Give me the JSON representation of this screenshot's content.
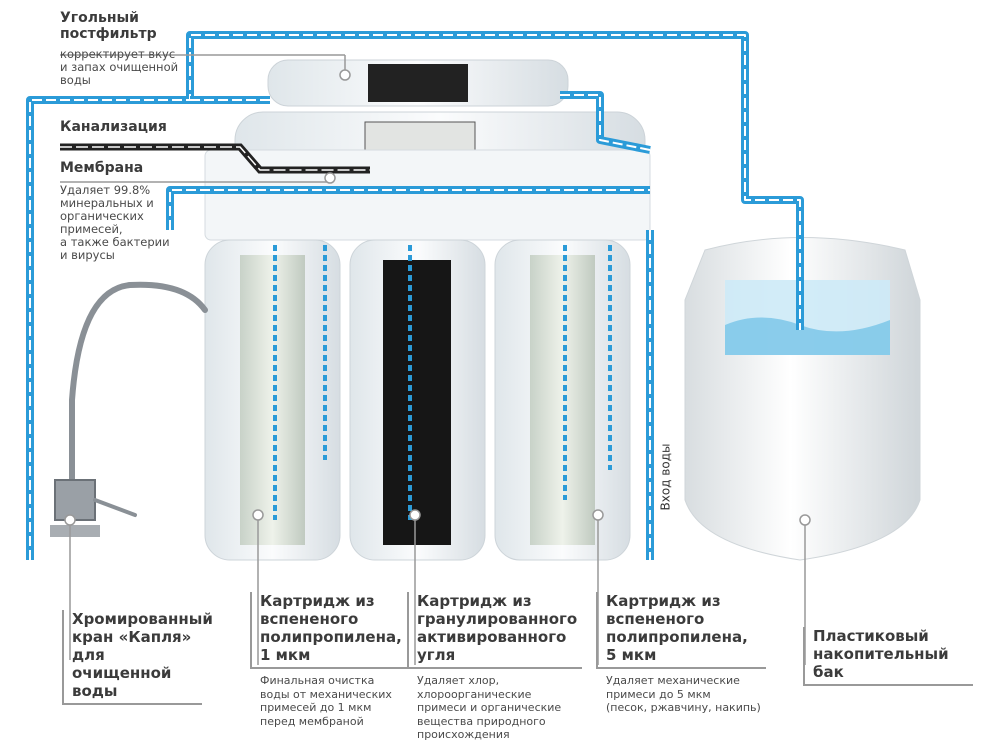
{
  "labels": {
    "postfilter": {
      "title_1": "Угольный",
      "title_2": "постфильтр",
      "desc": [
        "корректирует вкус",
        "и запах очищенной",
        "воды"
      ]
    },
    "drain": {
      "title": "Канализация"
    },
    "membrane": {
      "title": "Мембрана",
      "desc": [
        "Удаляет 99.8%",
        "минеральных и",
        "органических",
        "примесей,",
        "а также бактерии",
        "и вирусы"
      ]
    },
    "faucet": {
      "title": [
        "Хромированный",
        "кран «Капля» для",
        "очищенной воды"
      ]
    },
    "cartridge_1mkm": {
      "title": [
        "Картридж из",
        "вспененого",
        "полипропилена,",
        "1 мкм"
      ],
      "desc": [
        "Финальная очистка",
        "воды от механических",
        "примесей до 1 мкм",
        "перед мембраной"
      ]
    },
    "cartridge_carbon": {
      "title": [
        "Картридж из",
        "гранулированного",
        "активированного",
        "угля"
      ],
      "desc": [
        "Удаляет хлор,",
        "хлороорганические",
        "примеси и органические",
        "вещества природного",
        "происхождения"
      ]
    },
    "cartridge_5mkm": {
      "title": [
        "Картридж из",
        "вспененого",
        "полипропилена,",
        "5 мкм"
      ],
      "desc": [
        "Удаляет механические",
        "примеси до 5 мкм",
        "(песок, ржавчину, накипь)"
      ]
    },
    "tank": {
      "title": [
        "Пластиковый",
        "накопительный бак"
      ]
    },
    "water_inlet": "Вход воды"
  },
  "colors": {
    "pipe": "#2b9bd8",
    "drain": "#222222",
    "housing": "#eef2f5",
    "carbon": "#1a1a1a",
    "water": "#9fd3ec"
  }
}
